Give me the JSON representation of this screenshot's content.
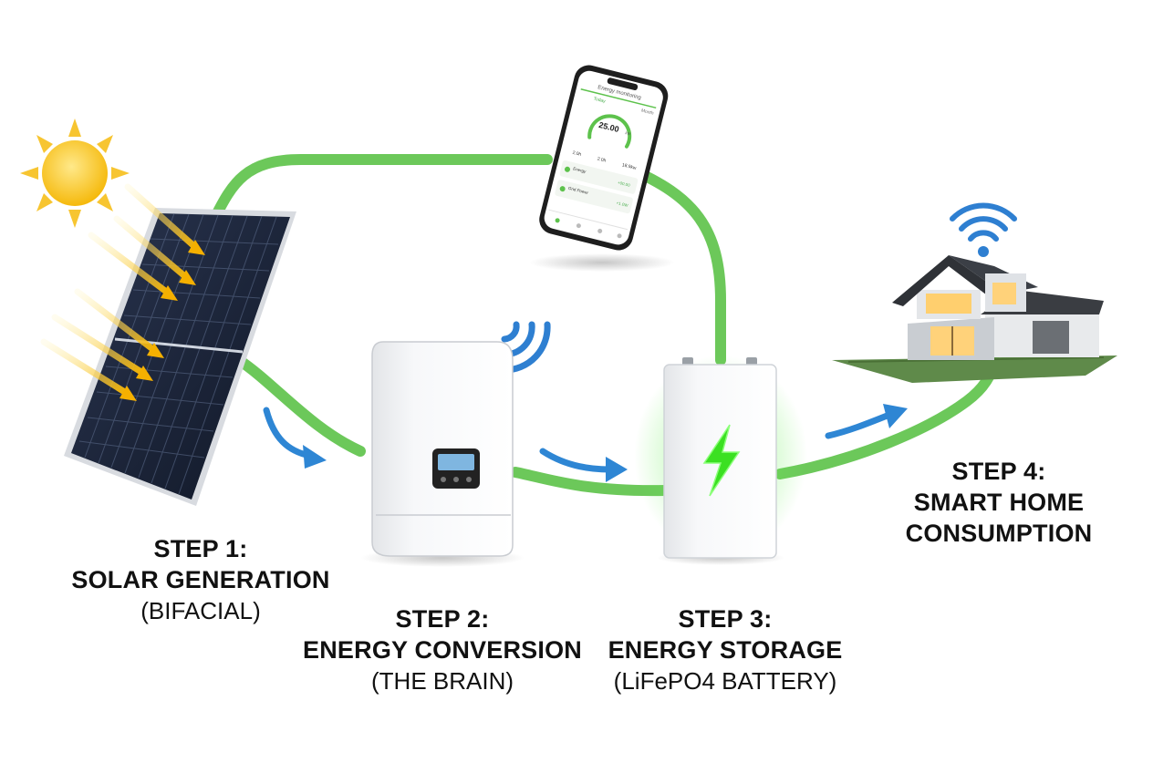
{
  "steps": [
    {
      "step": "STEP 1:",
      "title": "SOLAR GENERATION",
      "detail": "(BIFACIAL)"
    },
    {
      "step": "STEP 2:",
      "title": "ENERGY CONVERSION",
      "detail": "(THE BRAIN)"
    },
    {
      "step": "STEP 3:",
      "title": "ENERGY STORAGE",
      "detail": "(LiFePO4 BATTERY)"
    },
    {
      "step": "STEP 4:",
      "title": "SMART HOME",
      "detail": "CONSUMPTION"
    }
  ],
  "phone": {
    "header": "Energy monitoring",
    "tab_left": "Today",
    "tab_right": "Month",
    "gauge_value": "25.00",
    "gauge_unit": "kW",
    "stat1": "2.0h",
    "stat2": "2.0h",
    "stat3": "18.9kw",
    "row1_title": "Energy",
    "row1_value": "+00.00",
    "row2_title": "Grid Power",
    "row2_value": "+1.0W"
  },
  "colors": {
    "flow_line": "#6cc85a",
    "arrow": "#2e86d4",
    "sun": "#f6c21c",
    "sun_rays": "#f7c531",
    "panel": "#1a2233",
    "battery_glow": "#4ee33c",
    "wifi": "#2e7fd1"
  },
  "icons": [
    "sun-icon",
    "wifi-icon",
    "lightning-bolt-icon",
    "arrow-icon"
  ]
}
